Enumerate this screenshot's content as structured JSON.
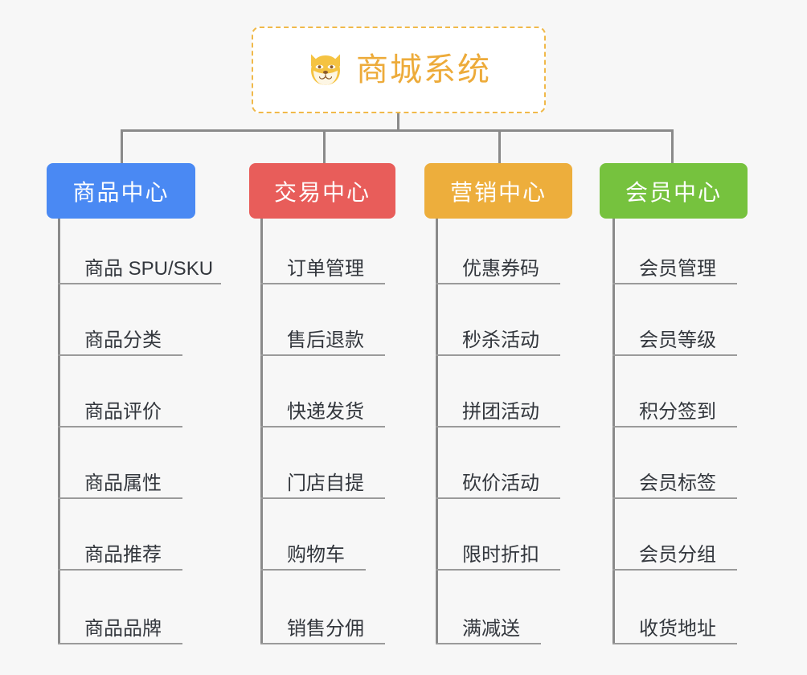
{
  "diagram": {
    "type": "org-tree",
    "background_color": "#f7f7f7",
    "root": {
      "title": "商城系统",
      "icon": "shiba-dog-face-icon",
      "text_color": "#edab3a",
      "border_color": "#f0b94a",
      "fill_color": "#ffffff"
    },
    "connector_color": "#8a8a8a",
    "columns": [
      {
        "id": "product-center",
        "label": "商品中心",
        "color": "#4a89f3",
        "items": [
          "商品 SPU/SKU",
          "商品分类",
          "商品评价",
          "商品属性",
          "商品推荐",
          "商品品牌"
        ]
      },
      {
        "id": "trade-center",
        "label": "交易中心",
        "color": "#e85d5a",
        "items": [
          "订单管理",
          "售后退款",
          "快递发货",
          "门店自提",
          "购物车",
          "销售分佣"
        ]
      },
      {
        "id": "marketing-center",
        "label": "营销中心",
        "color": "#edae3c",
        "items": [
          "优惠券码",
          "秒杀活动",
          "拼团活动",
          "砍价活动",
          "限时折扣",
          "满减送"
        ]
      },
      {
        "id": "member-center",
        "label": "会员中心",
        "color": "#76c23e",
        "items": [
          "会员管理",
          "会员等级",
          "积分签到",
          "会员标签",
          "会员分组",
          "收货地址"
        ]
      }
    ]
  }
}
